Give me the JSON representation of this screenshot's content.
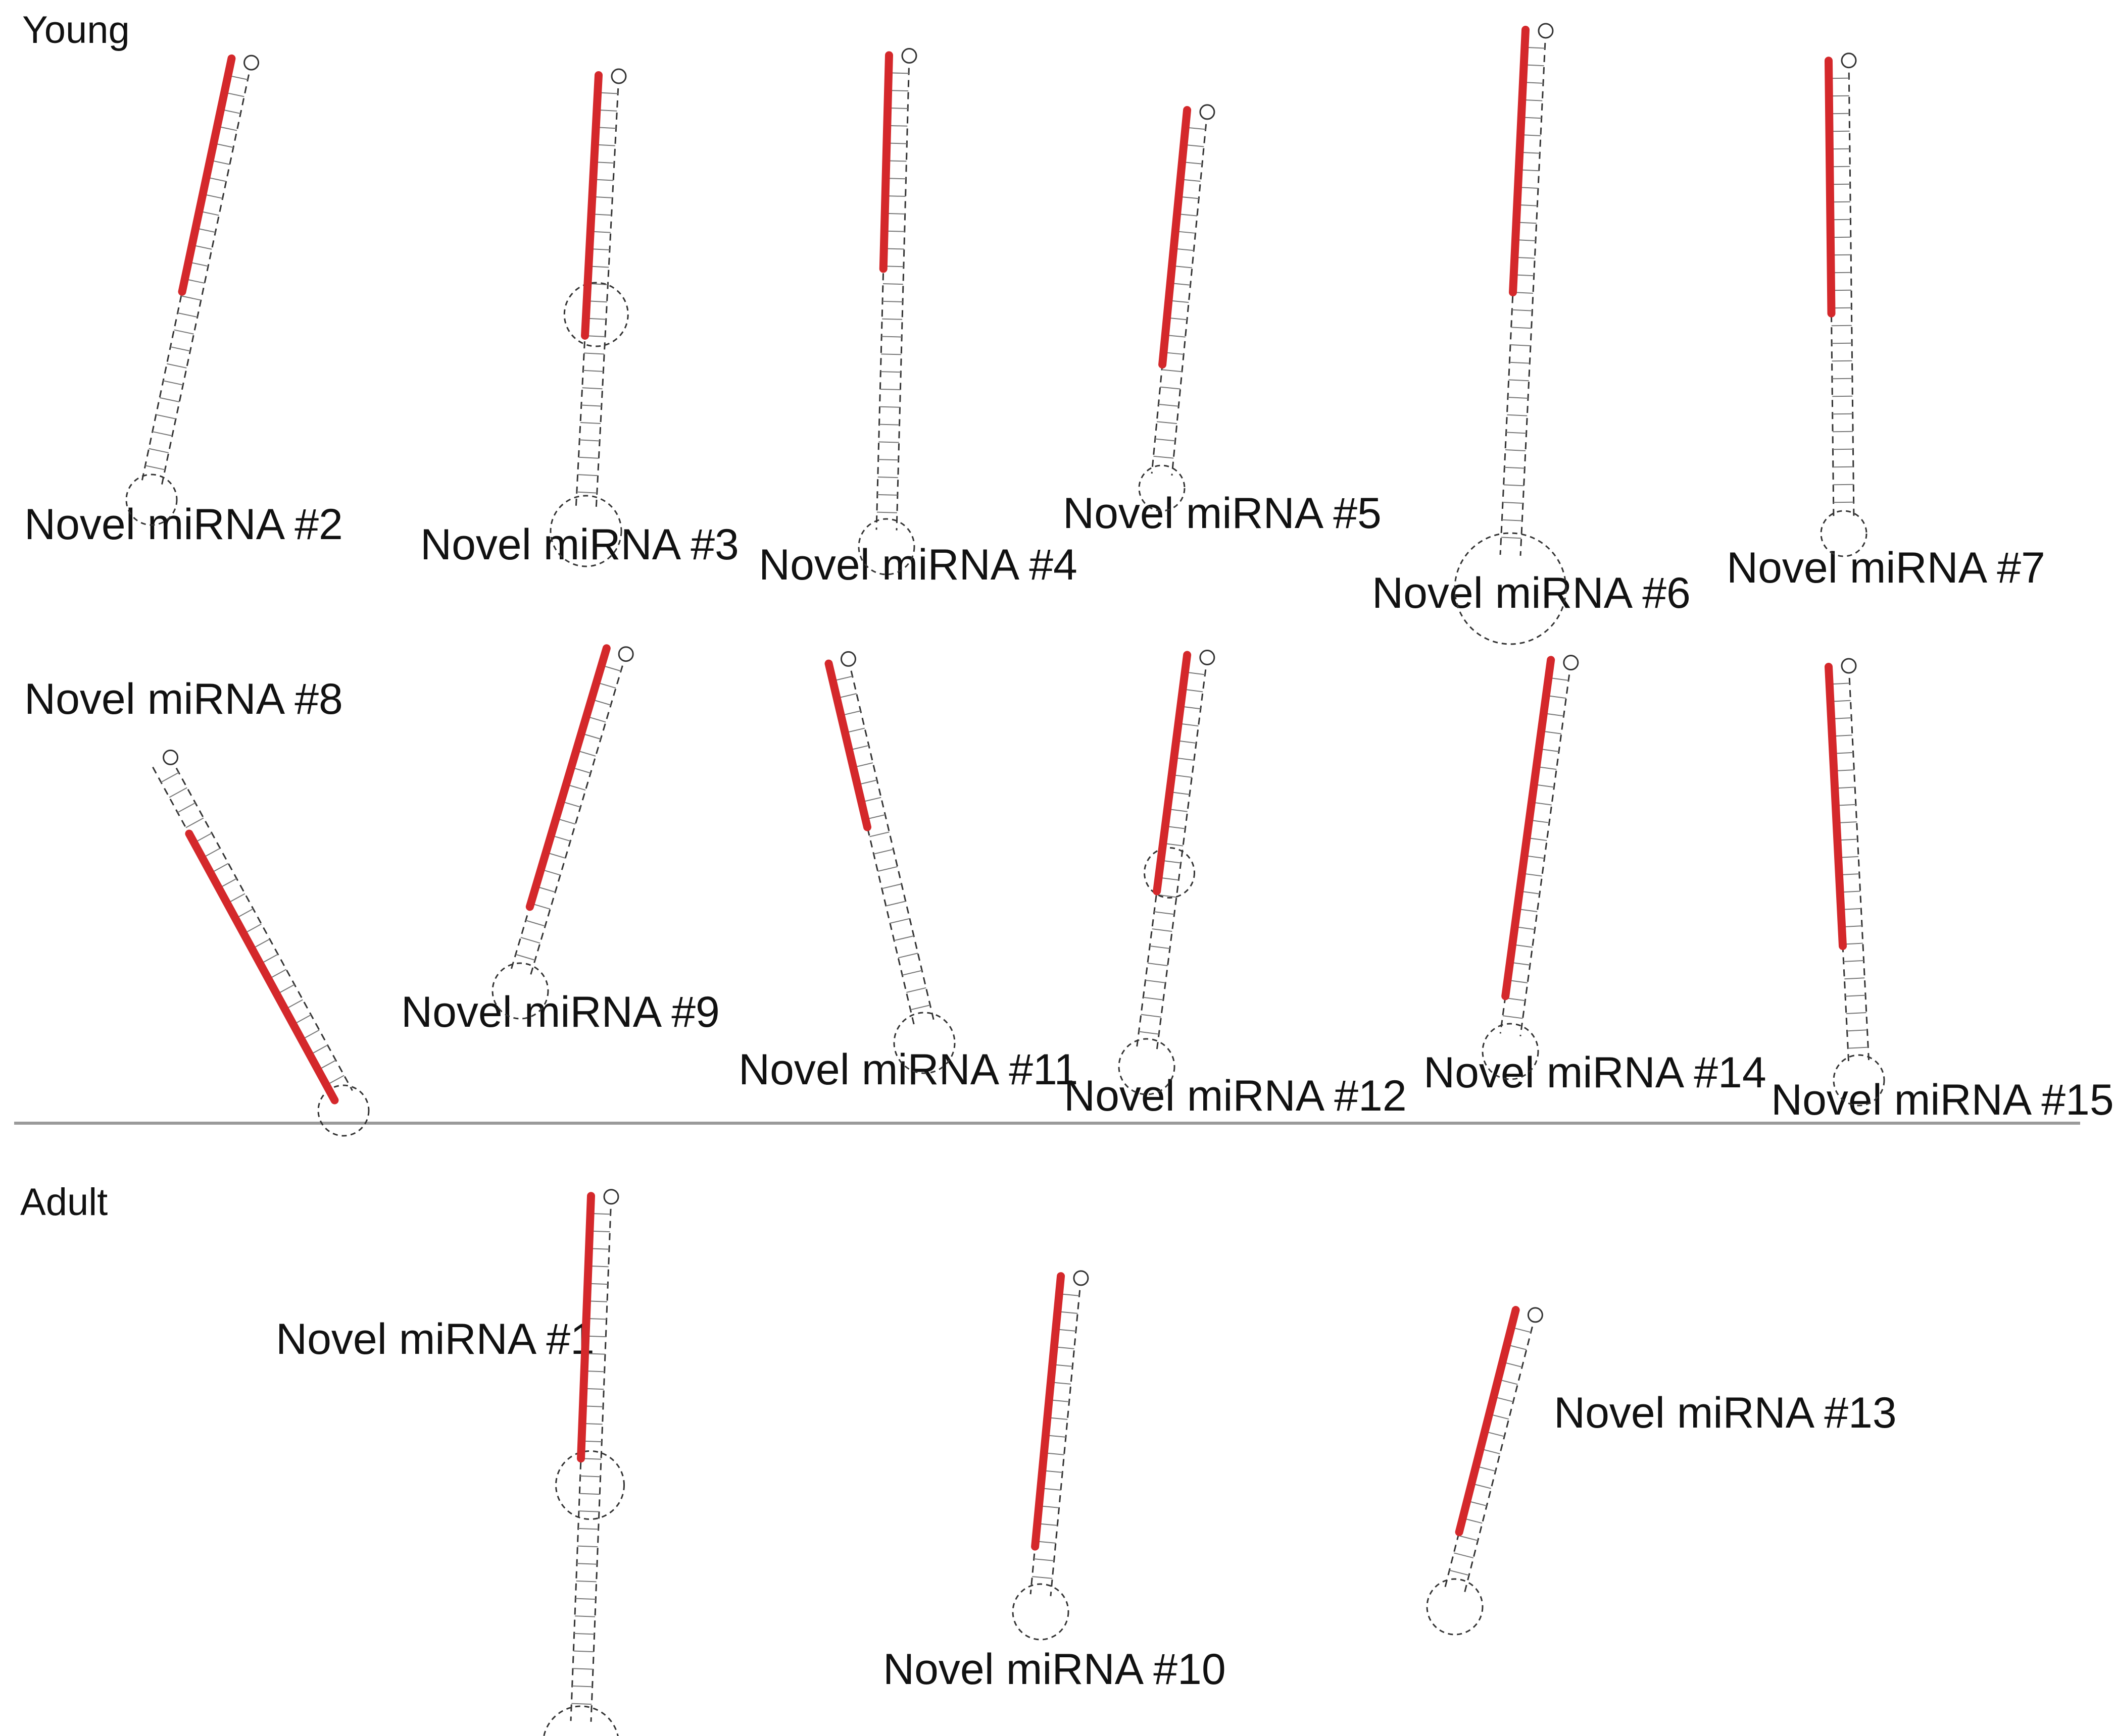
{
  "sections": {
    "young": {
      "label": "Young"
    },
    "adult": {
      "label": "Adult"
    }
  },
  "colors": {
    "mature_strand": "#d4282b",
    "backbone": "#333333",
    "divider": "#9a9a9a"
  },
  "hairpins": [
    {
      "id": "m2",
      "section": "young",
      "label": "Novel miRNA #2",
      "loops": 1,
      "bulges": 2,
      "mature": [
        0.0,
        0.55
      ]
    },
    {
      "id": "m3",
      "section": "young",
      "label": "Novel miRNA #3",
      "loops": 2,
      "bulges": 2,
      "mature": [
        0.0,
        0.6
      ]
    },
    {
      "id": "m4",
      "section": "young",
      "label": "Novel miRNA #4",
      "loops": 1,
      "bulges": 1,
      "mature": [
        0.0,
        0.45
      ]
    },
    {
      "id": "m5",
      "section": "young",
      "label": "Novel miRNA #5",
      "loops": 1,
      "bulges": 0,
      "mature": [
        0.0,
        0.7
      ]
    },
    {
      "id": "m6",
      "section": "young",
      "label": "Novel miRNA #6",
      "loops": 1,
      "bulges": 0,
      "mature": [
        0.0,
        0.5
      ]
    },
    {
      "id": "m7",
      "section": "young",
      "label": "Novel miRNA #7",
      "loops": 1,
      "bulges": 2,
      "mature": [
        0.0,
        0.55
      ]
    },
    {
      "id": "m8",
      "section": "young",
      "label": "Novel miRNA #8",
      "loops": 1,
      "bulges": 1,
      "mature": [
        0.2,
        1.0
      ]
    },
    {
      "id": "m9",
      "section": "young",
      "label": "Novel miRNA #9",
      "loops": 1,
      "bulges": 1,
      "mature": [
        0.0,
        0.8
      ]
    },
    {
      "id": "m11",
      "section": "young",
      "label": "Novel miRNA #11",
      "loops": 1,
      "bulges": 1,
      "mature": [
        0.0,
        0.45
      ]
    },
    {
      "id": "m12",
      "section": "young",
      "label": "Novel miRNA #12",
      "loops": 2,
      "bulges": 1,
      "mature": [
        0.0,
        0.6
      ]
    },
    {
      "id": "m14",
      "section": "young",
      "label": "Novel miRNA #14",
      "loops": 1,
      "bulges": 0,
      "mature": [
        0.0,
        0.9
      ]
    },
    {
      "id": "m15",
      "section": "young",
      "label": "Novel miRNA #15",
      "loops": 1,
      "bulges": 1,
      "mature": [
        0.0,
        0.7
      ]
    },
    {
      "id": "m1",
      "section": "adult",
      "label": "Novel miRNA #1",
      "loops": 2,
      "bulges": 0,
      "mature": [
        0.0,
        0.5
      ]
    },
    {
      "id": "m10",
      "section": "adult",
      "label": "Novel miRNA #10",
      "loops": 1,
      "bulges": 0,
      "mature": [
        0.0,
        0.85
      ]
    },
    {
      "id": "m13",
      "section": "adult",
      "label": "Novel miRNA #13",
      "loops": 1,
      "bulges": 1,
      "mature": [
        0.0,
        0.8
      ]
    }
  ]
}
